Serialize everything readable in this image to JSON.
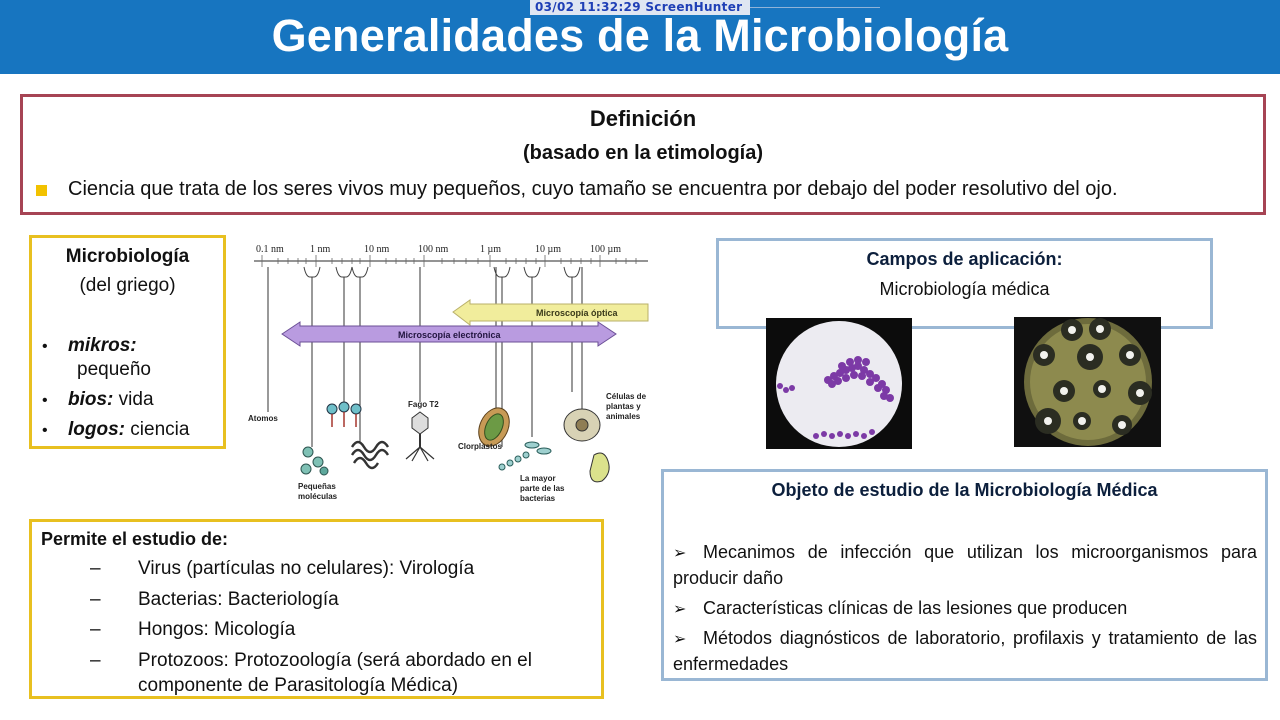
{
  "screenhunter": "03/02  11:32:29  ScreenHunter",
  "title": "Generalidades de la Microbiología",
  "definicion": {
    "title": "Definición",
    "subtitle": "(basado en la etimología)",
    "text": "Ciencia que trata de los seres vivos muy pequeños, cuyo tamaño se encuentra por debajo del poder resolutivo del ojo.",
    "bullet_color": "#f2c200"
  },
  "etimologia": {
    "title": "Microbiología",
    "subtitle": "(del griego)",
    "items": [
      {
        "term": "mikros:",
        "meaning": "pequeño"
      },
      {
        "term": "bios:",
        "meaning": "vida"
      },
      {
        "term": "logos:",
        "meaning": "ciencia"
      }
    ]
  },
  "figure": {
    "scale_labels": [
      "0.1 nm",
      "1 nm",
      "10 nm",
      "100 nm",
      "1 µm",
      "10 µm",
      "100 µm"
    ],
    "optica": "Microscopía óptica",
    "electronica": "Microscopía electrónica",
    "labels": {
      "atomos": "Atomos",
      "fago": "Fago T2",
      "moleculas_1": "Pequeñas",
      "moleculas_2": "moléculas",
      "clorplastos": "Clorplastos",
      "bacterias_1": "La mayor",
      "bacterias_2": "parte de las",
      "bacterias_3": "bacterias",
      "celulas_1": "Células de",
      "celulas_2": "plantas y",
      "celulas_3": "animales"
    }
  },
  "permite": {
    "title": "Permite el estudio de:",
    "dash": "–",
    "items": [
      "Virus (partículas no celulares): Virología",
      "Bacterias: Bacteriología",
      "Hongos: Micología",
      "Protozoos: Protozoología (será abordado en el"
    ],
    "continuation": "componente de Parasitología Médica)"
  },
  "campos": {
    "title": "Campos de aplicación:",
    "value": "Microbiología médica"
  },
  "objeto": {
    "title": "Objeto de estudio de la Microbiología Médica",
    "arrow": "➢",
    "items": [
      "Mecanimos de infección que utilizan los microorganismos para producir daño",
      "Características clínicas de las  lesiones que producen",
      "Métodos diagnósticos de laboratorio, profilaxis y tratamiento de las enfermedades"
    ]
  },
  "colors": {
    "header": "#1775c0",
    "definition_border": "#a64454",
    "yellow_border": "#e8c020",
    "blue_border": "#9ab7d4"
  }
}
